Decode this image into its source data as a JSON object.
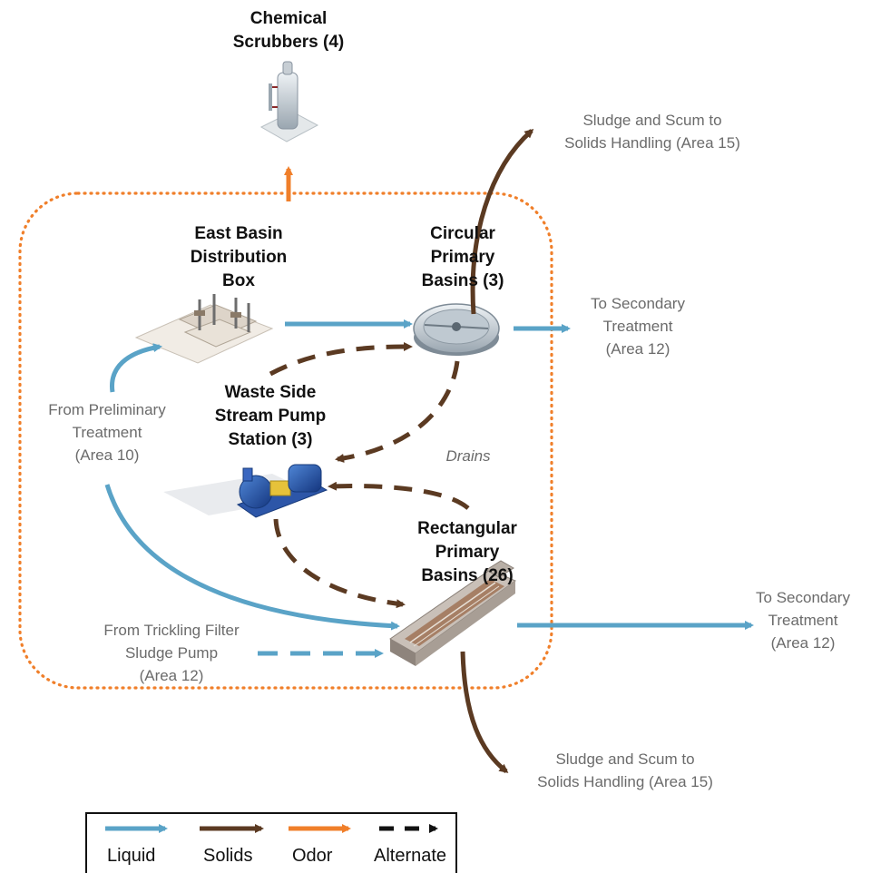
{
  "labels": {
    "scrubbers": "Chemical\nScrubbers (4)",
    "distribution_box": "East Basin\nDistribution\nBox",
    "circular_basins": "Circular\nPrimary\nBasins (3)",
    "pump_station": "Waste Side\nStream Pump\nStation (3)",
    "rectangular_basins": "Rectangular\nPrimary\nBasins (26)",
    "preliminary": "From Preliminary\nTreatment\n(Area 10)",
    "trickling_filter": "From Trickling Filter\nSludge Pump\n(Area 12)",
    "sludge_top": "Sludge and Scum to\nSolids Handling (Area 15)",
    "sludge_bottom": "Sludge and Scum to\nSolids Handling (Area 15)",
    "secondary_top": "To Secondary\nTreatment\n(Area 12)",
    "secondary_right": "To Secondary\nTreatment\n(Area 12)",
    "drains": "Drains"
  },
  "legend": {
    "liquid": "Liquid",
    "solids": "Solids",
    "odor": "Odor",
    "alternate": "Alternate"
  },
  "colors": {
    "liquid": "#5aa3c7",
    "solids": "#5b3a22",
    "odor": "#f07f2a",
    "alternate": "#111111",
    "label_gray": "#6b6b6b"
  }
}
